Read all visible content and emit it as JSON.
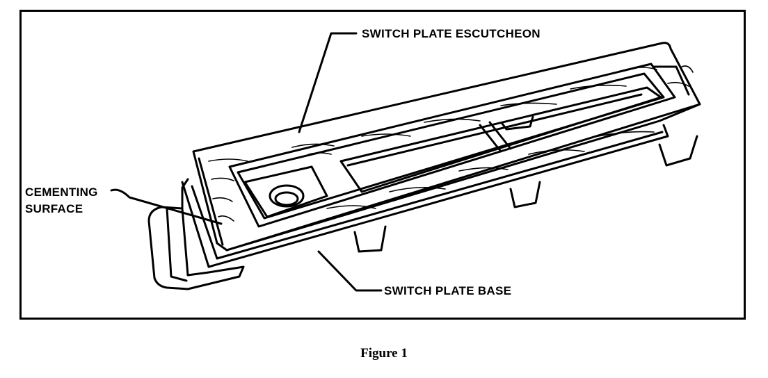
{
  "labels": {
    "escutcheon": "SWITCH PLATE ESCUTCHEON",
    "cementing_line1": "CEMENTING",
    "cementing_line2": "SURFACE",
    "base": "SWITCH PLATE BASE"
  },
  "caption": "Figure 1",
  "colors": {
    "ink": "#000000",
    "paper": "#ffffff"
  }
}
